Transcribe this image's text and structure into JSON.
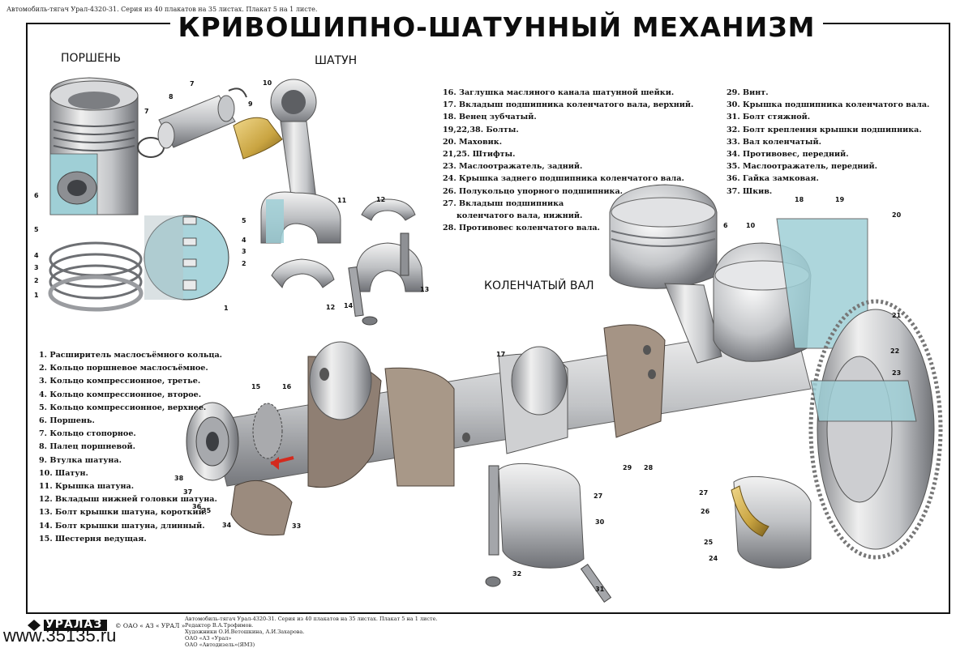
{
  "header": {
    "series": "Автомобиль-тягач Урал-4320-31. Серия из 40 плакатов на 35 листах. Плакат 5 на 1 листе.",
    "title": "КРИВОШИПНО-ШАТУННЫЙ МЕХАНИЗМ"
  },
  "sections": {
    "piston": "ПОРШЕНЬ",
    "rod": "ШАТУН",
    "crankshaft": "КОЛЕНЧАТЫЙ ВАЛ"
  },
  "legend_left": [
    "1. Расширитель маслосъёмного кольца.",
    "2. Кольцо поршневое маслосъёмное.",
    "3. Кольцо компрессионное, третье.",
    "4. Кольцо компрессионное, второе.",
    "5. Кольцо компрессионное, верхнее.",
    "6. Поршень.",
    "7. Кольцо стопорное.",
    "8. Палец поршневой.",
    "9. Втулка шатуна.",
    "10. Шатун.",
    "11. Крышка шатуна.",
    "12. Вкладыш нижней головки шатуна.",
    "13. Болт крышки шатуна, короткий.",
    "14. Болт крышки шатуна, длинный.",
    "15. Шестерня ведущая."
  ],
  "legend_middle": [
    "16. Заглушка масляного канала шатунной шейки.",
    "17. Вкладыш подшипника коленчатого вала, верхний.",
    "18. Венец зубчатый.",
    "19,22,38. Болты.",
    "20. Маховик.",
    "21,25. Штифты.",
    "23. Маслоотражатель, задний.",
    "24. Крышка заднего подшипника коленчатого вала.",
    "26. Полукольцо упорного подшипника.",
    "27. Вкладыш подшипника",
    "коленчатого вала, нижний.",
    "28. Противовес коленчатого вала."
  ],
  "legend_right": [
    "29. Винт.",
    "30. Крышка подшипника коленчатого вала.",
    "31. Болт стяжной.",
    "32. Болт крепления крышки подшипника.",
    "33. Вал коленчатый.",
    "34. Противовес, передний.",
    "35. Маслоотражатель, передний.",
    "36. Гайка замковая.",
    "37. Шкив."
  ],
  "callouts": {
    "piston": [
      "6",
      "5",
      "4",
      "3",
      "2",
      "1",
      "5",
      "4",
      "3",
      "2",
      "1"
    ],
    "pin": [
      "7",
      "8",
      "7",
      "9"
    ],
    "rod": [
      "10",
      "11",
      "12",
      "12",
      "13",
      "14"
    ],
    "crank": [
      "15",
      "16",
      "17",
      "18",
      "19",
      "20",
      "6",
      "10",
      "21",
      "22",
      "23",
      "27",
      "26",
      "25",
      "24",
      "29",
      "28",
      "27",
      "30",
      "32",
      "31",
      "38",
      "37",
      "36",
      "35",
      "34",
      "33"
    ]
  },
  "footer": {
    "logo_text": "УРАЛАЗ",
    "copyright": "© ОАО « АЗ « УРАЛ »",
    "credits": [
      "Автомобиль-тягач Урал-4320-31. Серия из 40 плакатов на 35 листах. Плакат 5 на 1 листе.",
      "Редактор В.А.Трофимов.",
      "Художники О.И.Ветошкина, А.И.Захарова.",
      "ОАО «АЗ «Урал»",
      "ОАО «Автодизель»(ЯМЗ)"
    ],
    "website": "www.35135.ru"
  },
  "colors": {
    "metal_light": "#e4e4e6",
    "metal_mid": "#b9bbbe",
    "metal_dark": "#6f7176",
    "section_blue": "#9fcfd6",
    "bronze": "#c9a441",
    "arrow_red": "#d42a1e",
    "frame": "#111111"
  }
}
